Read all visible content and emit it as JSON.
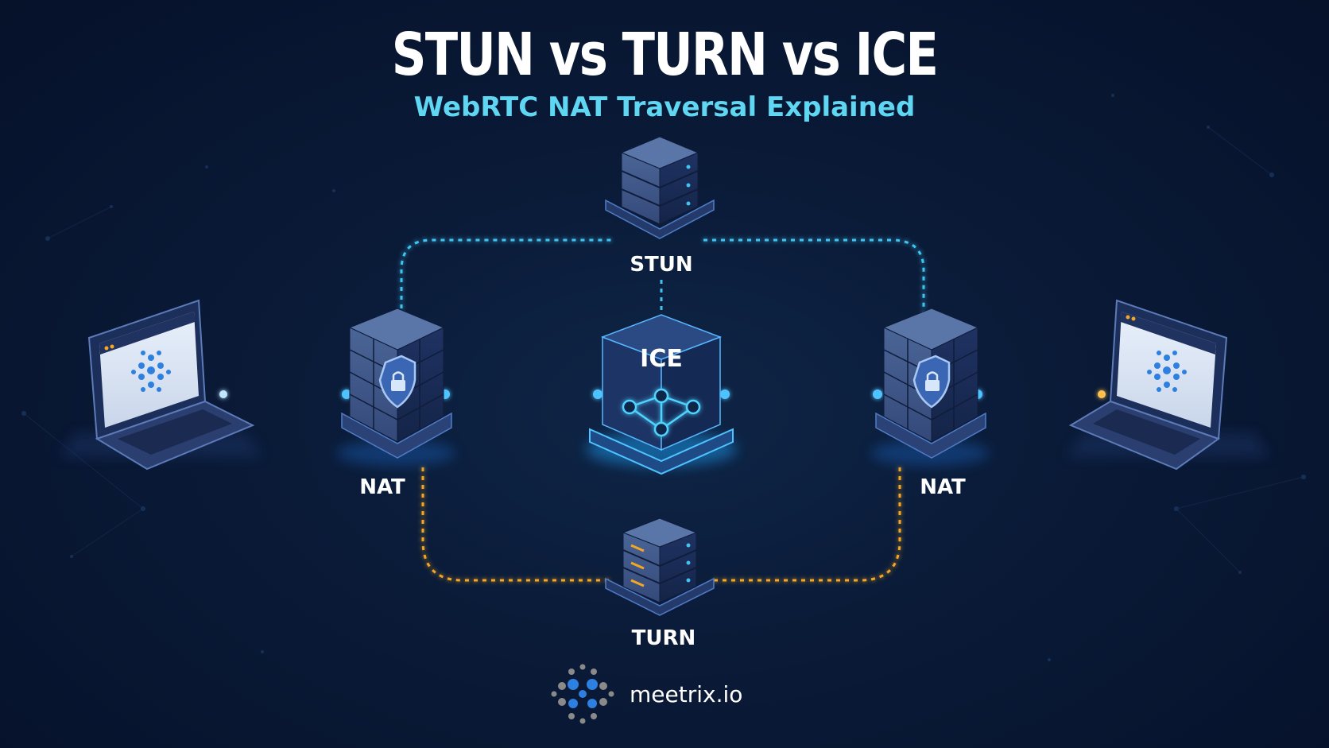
{
  "header": {
    "title": "STUN vs TURN vs ICE",
    "subtitle": "WebRTC NAT Traversal Explained"
  },
  "nodes": {
    "stun": {
      "label": "STUN"
    },
    "ice": {
      "label": "ICE"
    },
    "turn": {
      "label": "TURN"
    },
    "nat_left": {
      "label": "NAT"
    },
    "nat_right": {
      "label": "NAT"
    }
  },
  "footer": {
    "brand": "meetrix.io"
  },
  "colors": {
    "background": "#07142b",
    "stun_path": "#3fc4f0",
    "turn_path": "#f5a623",
    "direct_link": "#2fa8ff",
    "title": "#ffffff",
    "subtitle": "#5fd6f2"
  },
  "icons": {
    "laptop": "laptop-icon",
    "firewall": "firewall-icon",
    "shield": "shield-lock-icon",
    "server": "server-icon",
    "ice_cube": "ice-cube-icon",
    "brand_logo": "meetrix-logo-icon"
  }
}
